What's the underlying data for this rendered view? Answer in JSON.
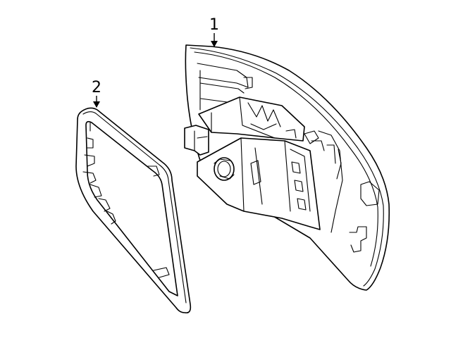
{
  "callouts": [
    {
      "label": "1",
      "part": "mirror-housing"
    },
    {
      "label": "2",
      "part": "mirror-glass-frame"
    }
  ],
  "colors": {
    "line": "#000000",
    "background": "#ffffff"
  }
}
